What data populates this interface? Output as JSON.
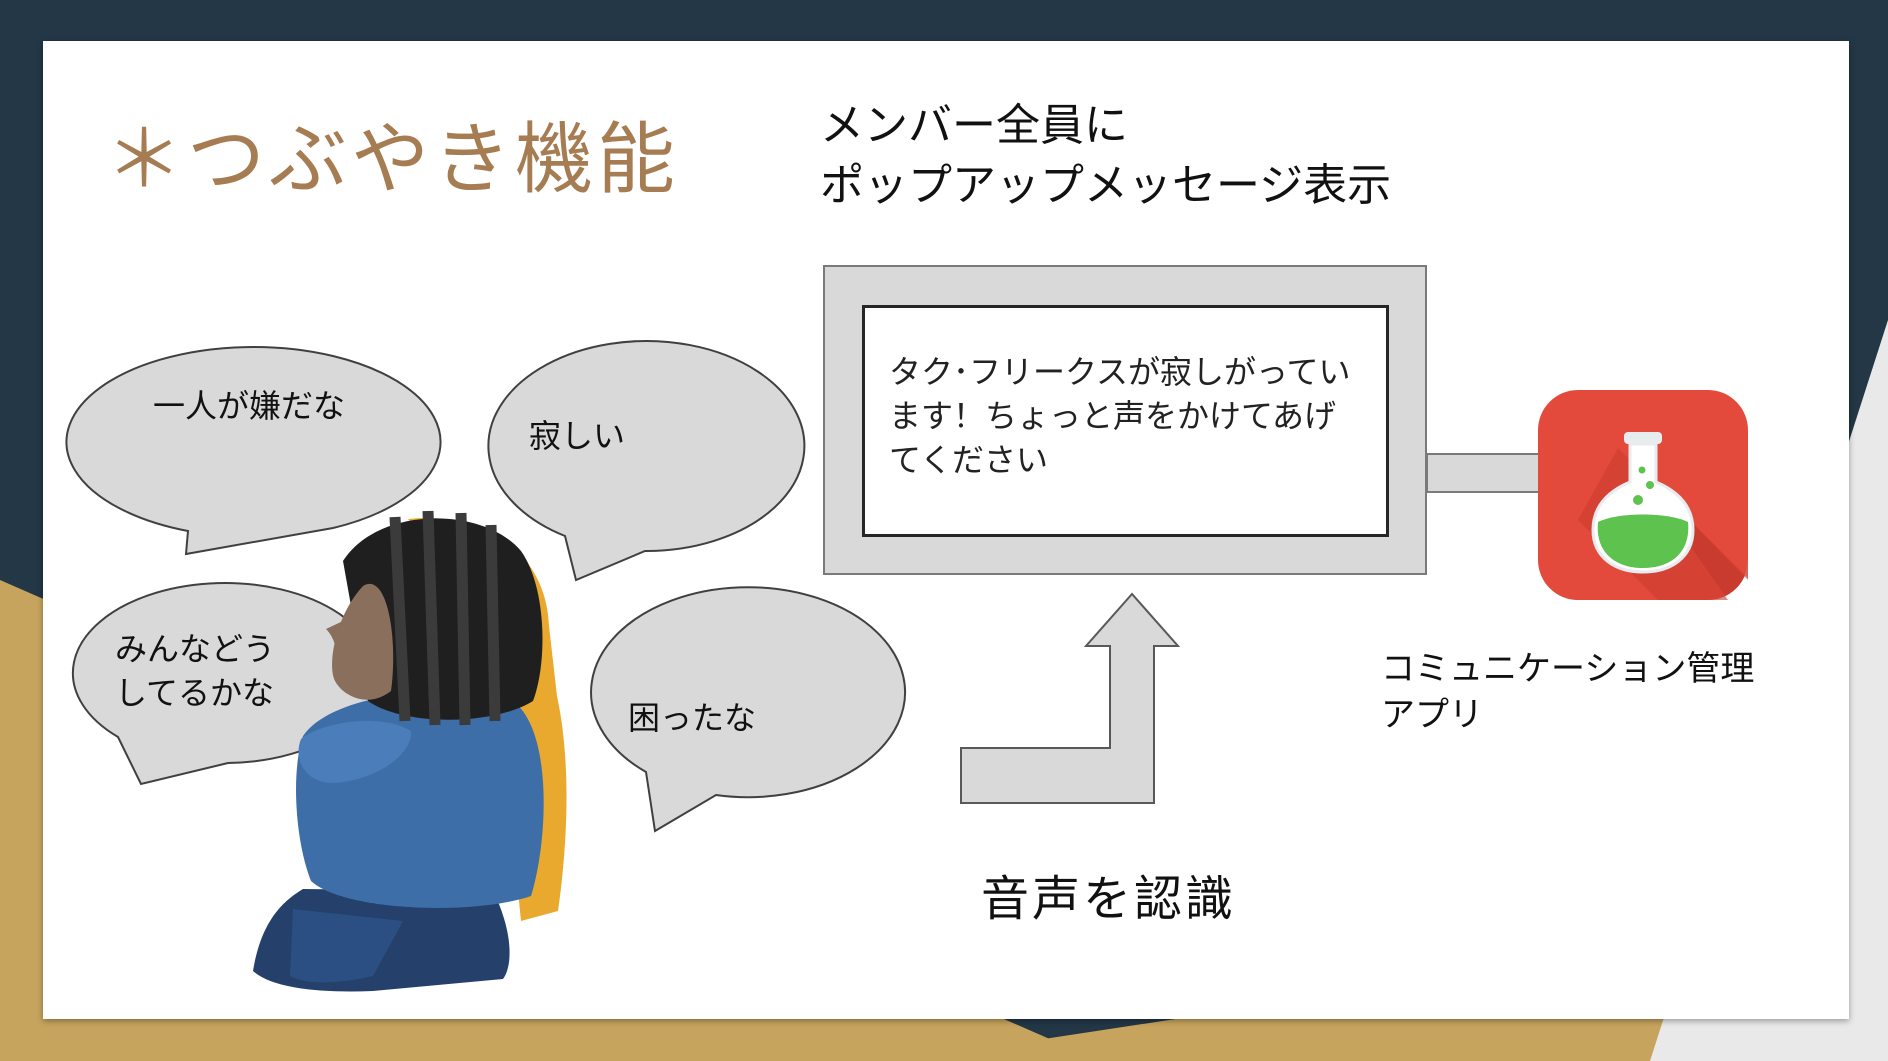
{
  "slide": {
    "title": "＊つぶやき機能",
    "heading_line1": "メンバー全員に",
    "heading_line2": "ポップアップメッセージ表示"
  },
  "bubbles": {
    "alone": "一人が嫌だな",
    "lonely": "寂しい",
    "everyone_line1": "みんなどう",
    "everyone_line2": "してるかな",
    "troubled": "困ったな"
  },
  "popup": {
    "message": "タク･フリークスが寂しがっています！ちょっと声をかけてあげてください"
  },
  "app": {
    "label_line1": "コミュニケーション管理",
    "label_line2": "アプリ",
    "icon": "flask-icon"
  },
  "voice": {
    "label": "音声を認識"
  },
  "colors": {
    "background_dark": "#233746",
    "accent_gold": "#c7a45e",
    "title_brown": "#a67c52",
    "bubble_fill": "#d9d9d9",
    "app_icon_red": "#e34a3b",
    "flask_green": "#5ec24e"
  }
}
